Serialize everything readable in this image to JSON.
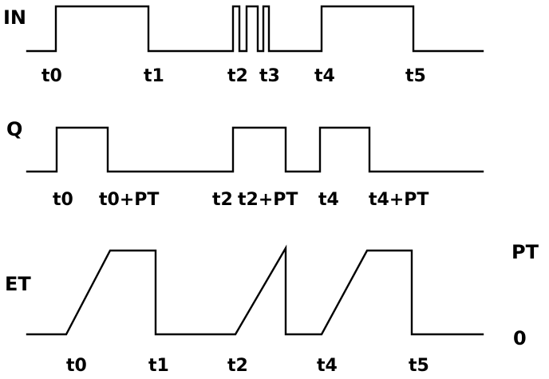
{
  "signals": {
    "in": {
      "name": "IN",
      "ticks": [
        "t0",
        "t1",
        "t2",
        "t3",
        "t4",
        "t5"
      ]
    },
    "q": {
      "name": "Q",
      "ticks": [
        "t0",
        "t0+PT",
        "t2",
        "t2+PT",
        "t4",
        "t4+PT"
      ]
    },
    "et": {
      "name": "ET",
      "ticks": [
        "t0",
        "t1",
        "t2",
        "t4",
        "t5"
      ],
      "level_high": "PT",
      "level_low": "0"
    }
  }
}
